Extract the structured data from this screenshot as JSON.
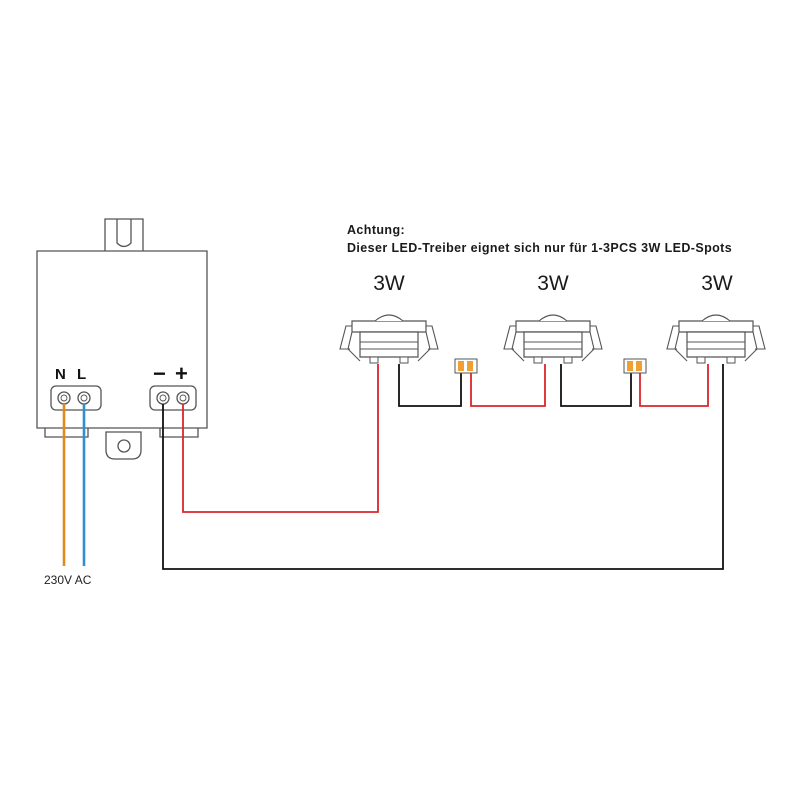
{
  "notice": {
    "title": "Achtung:",
    "text": "Dieser LED-Treiber eignet sich nur für 1-3PCS 3W LED-Spots"
  },
  "spots": [
    {
      "power": "3W"
    },
    {
      "power": "3W"
    },
    {
      "power": "3W"
    }
  ],
  "driver": {
    "terminal_n": "N",
    "terminal_l": "L",
    "terminal_minus": "−",
    "terminal_plus": "+"
  },
  "supply_label": "230V AC",
  "colors": {
    "outline": "#555555",
    "neutral_wire": "#e08a1e",
    "live_wire": "#2f8fd0",
    "positive_wire": "#d9262c",
    "negative_wire": "#111111",
    "connector": "#f0a030"
  }
}
